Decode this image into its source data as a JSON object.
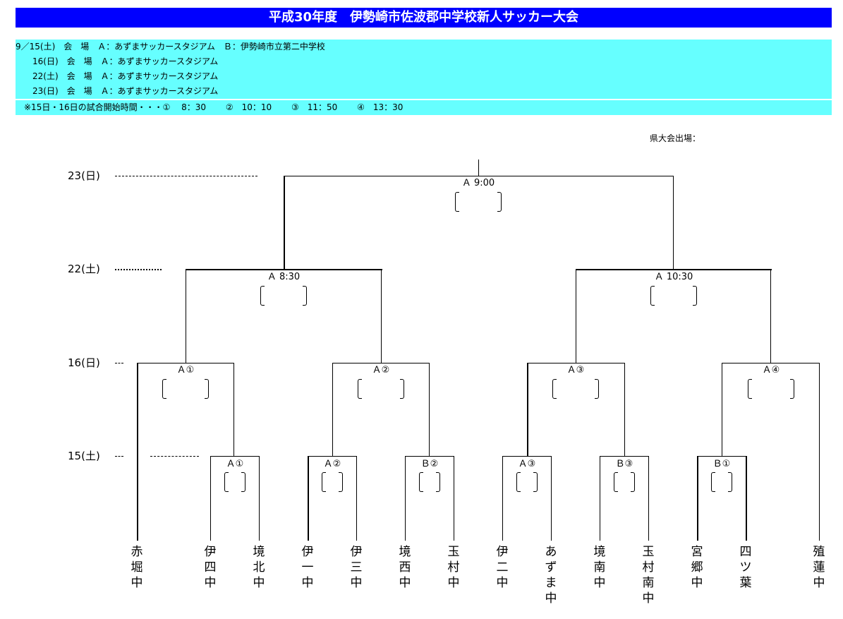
{
  "title": "平成30年度　伊勢崎市佐波郡中学校新人サッカー大会",
  "venues": [
    "9／15(土)　会　場　Ａ：あずまサッカースタジアム　Ｂ：伊勢崎市立第二中学校",
    "　　16(日)　会　場　Ａ：あずまサッカースタジアム",
    "　　22(土)　会　場　Ａ：あずまサッカースタジアム",
    "　　23(日)　会　場　Ａ：あずまサッカースタジアム"
  ],
  "start_times": "　※15日・16日の試合開始時間・・・①　 8：30　　 ②　10：10　　 ③　11：50　　 ④　13：30",
  "qualify_label": "県大会出場：",
  "days": [
    "23(日)",
    "22(土)",
    "16(日)",
    "15(土)"
  ],
  "matches": {
    "final": "Ａ 9:00",
    "semi_left": "Ａ 8:30",
    "semi_right": "Ａ 10:30",
    "r2": [
      "Ａ①",
      "Ａ②",
      "Ａ③",
      "Ａ④"
    ],
    "r1": [
      "Ａ①",
      "Ａ②",
      "Ｂ②",
      "Ａ③",
      "Ｂ③",
      "Ｂ①"
    ]
  },
  "teams": [
    "赤堀中",
    "伊四中",
    "境北中",
    "伊一中",
    "伊三中",
    "境西中",
    "玉村中",
    "伊二中",
    "あずま中",
    "境南中",
    "玉村南中",
    "宮郷中",
    "四ツ葉",
    "殖蓮中"
  ]
}
